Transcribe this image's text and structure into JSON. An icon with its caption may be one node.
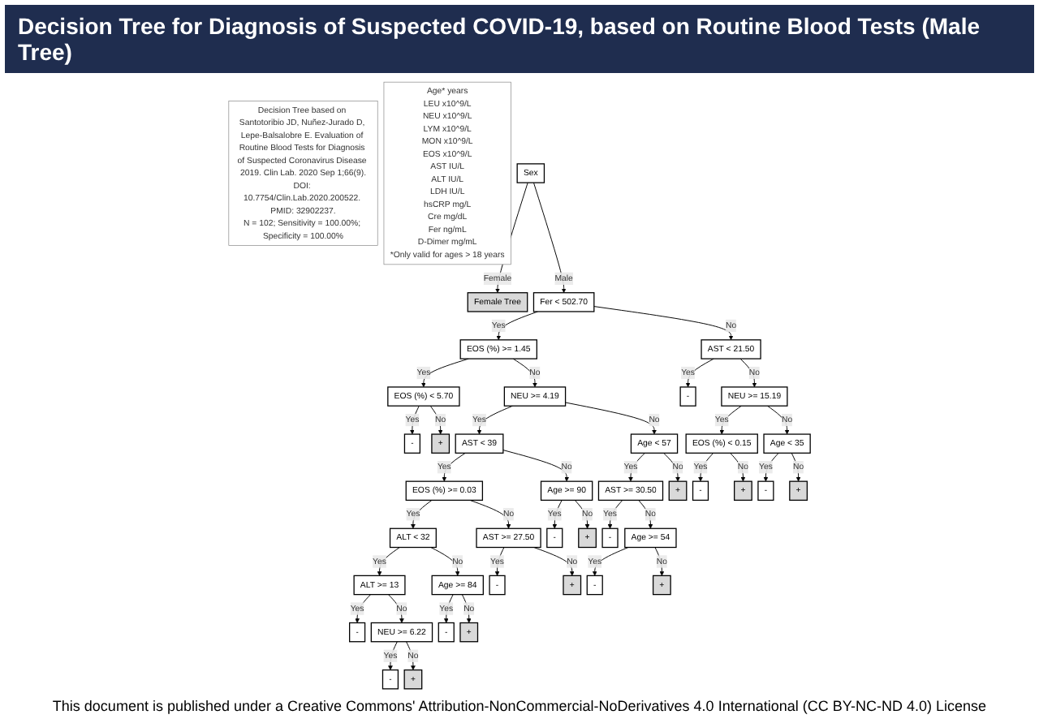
{
  "diagram": {
    "title": "Decision Tree for Diagnosis of Suspected COVID-19, based on Routine Blood Tests (Male Tree)",
    "nodes": [
      {
        "text": [
          "Decision Tree based on Santotoribio JD, Nuñez-Jurado D, Lepe-Balsalobre E. Evaluation of Routine Blood Tests for Diagnosis of Suspected Coronavirus Disease 2019. Clin Lab. 2020 Sep 1;66(9).",
          "DOI: 10.7754/Clin.Lab.2020.200522. PMID: 32902237.",
          "N = 102; Sensitivity = 100.00%; Specificity = 100.00%"
        ]
      },
      {
        "text": [
          "Age* years",
          "LEU x10^9/L",
          "NEU x10^9/L",
          "LYM x10^9/L",
          "MON x10^9/L",
          "EOS x10^9/L",
          "AST IU/L",
          "ALT IU/L",
          "LDH IU/L",
          "hsCRP mg/L",
          "Cre mg/dL",
          "Fer ng/mL",
          "D-Dimer mg/mL",
          "*Only valid for ages > 18 years"
        ]
      },
      {
        "text": [
          "Sex"
        ]
      },
      {
        "text": [
          "Female Tree"
        ]
      },
      {
        "text": [
          "Fer < 502.70"
        ]
      },
      {
        "text": [
          "EOS (%) >= 1.45"
        ]
      },
      {
        "text": [
          "AST < 21.50"
        ]
      },
      {
        "text": [
          "EOS (%) < 5.70"
        ]
      },
      {
        "text": [
          "NEU >= 4.19"
        ]
      },
      {
        "text": [
          "NEU >= 15.19"
        ]
      },
      {
        "text": [
          "AST < 39"
        ]
      },
      {
        "text": [
          "Age < 57"
        ]
      },
      {
        "text": [
          "EOS (%) < 0.15"
        ]
      },
      {
        "text": [
          "Age < 35"
        ]
      },
      {
        "text": [
          "EOS (%) >= 0.03"
        ]
      },
      {
        "text": [
          "Age >= 90"
        ]
      },
      {
        "text": [
          "AST >= 30.50"
        ]
      },
      {
        "text": [
          "ALT < 32"
        ]
      },
      {
        "text": [
          "AST >= 27.50"
        ]
      },
      {
        "text": [
          "Age >= 54"
        ]
      },
      {
        "text": [
          "ALT >= 13"
        ]
      },
      {
        "text": [
          "Age >= 84"
        ]
      },
      {
        "text": [
          "NEU >= 6.22"
        ]
      },
      {
        "text": [
          "-"
        ]
      },
      {
        "text": [
          "+"
        ]
      },
      {
        "text": [
          "-"
        ]
      },
      {
        "text": [
          "-"
        ]
      },
      {
        "text": [
          "+"
        ]
      },
      {
        "text": [
          "-"
        ]
      },
      {
        "text": [
          "+"
        ]
      },
      {
        "text": [
          "-"
        ]
      },
      {
        "text": [
          "+"
        ]
      },
      {
        "text": [
          "-"
        ]
      },
      {
        "text": [
          "+"
        ]
      },
      {
        "text": [
          "-"
        ]
      },
      {
        "text": [
          "-"
        ]
      },
      {
        "text": [
          "+"
        ]
      },
      {
        "text": [
          "+"
        ]
      },
      {
        "text": [
          "-"
        ]
      },
      {
        "text": [
          "-"
        ]
      },
      {
        "text": [
          "+"
        ]
      },
      {
        "text": [
          "-"
        ]
      },
      {
        "text": [
          "+"
        ]
      }
    ],
    "edges": [
      {
        "from": 2,
        "to": 3,
        "arrow": "to",
        "label": "Female"
      },
      {
        "from": 2,
        "to": 4,
        "arrow": "to",
        "label": "Male"
      },
      {
        "from": 4,
        "to": 5,
        "arrow": "to",
        "label": "Yes"
      },
      {
        "from": 4,
        "to": 6,
        "arrow": "to",
        "label": "No"
      },
      {
        "from": 5,
        "to": 7,
        "arrow": "to",
        "label": "Yes"
      },
      {
        "from": 5,
        "to": 8,
        "arrow": "to",
        "label": "No"
      },
      {
        "from": 7,
        "to": 23,
        "arrow": "to",
        "label": "Yes"
      },
      {
        "from": 7,
        "to": 24,
        "arrow": "to",
        "label": "No"
      },
      {
        "from": 8,
        "to": 10,
        "arrow": "to",
        "label": "Yes"
      },
      {
        "from": 8,
        "to": 11,
        "arrow": "to",
        "label": "No"
      },
      {
        "from": 10,
        "to": 14,
        "arrow": "to",
        "label": "Yes"
      },
      {
        "from": 10,
        "to": 15,
        "arrow": "to",
        "label": "No"
      },
      {
        "from": 14,
        "to": 17,
        "arrow": "to",
        "label": "Yes"
      },
      {
        "from": 14,
        "to": 18,
        "arrow": "to",
        "label": "No"
      },
      {
        "from": 17,
        "to": 20,
        "arrow": "to",
        "label": "Yes"
      },
      {
        "from": 17,
        "to": 21,
        "arrow": "to",
        "label": "No"
      },
      {
        "from": 20,
        "to": 25,
        "arrow": "to",
        "label": "Yes"
      },
      {
        "from": 20,
        "to": 22,
        "arrow": "to",
        "label": "No"
      },
      {
        "from": 22,
        "to": 26,
        "arrow": "to",
        "label": "Yes"
      },
      {
        "from": 22,
        "to": 27,
        "arrow": "to",
        "label": "No"
      },
      {
        "from": 21,
        "to": 28,
        "arrow": "to",
        "label": "Yes"
      },
      {
        "from": 21,
        "to": 29,
        "arrow": "to",
        "label": "No"
      },
      {
        "from": 18,
        "to": 30,
        "arrow": "to",
        "label": "Yes"
      },
      {
        "from": 18,
        "to": 31,
        "arrow": "to",
        "label": "No"
      },
      {
        "from": 15,
        "to": 32,
        "arrow": "to",
        "label": "Yes"
      },
      {
        "from": 15,
        "to": 33,
        "arrow": "to",
        "label": "No"
      },
      {
        "from": 11,
        "to": 16,
        "arrow": "to",
        "label": "Yes"
      },
      {
        "from": 11,
        "to": 37,
        "arrow": "to",
        "label": "No"
      },
      {
        "from": 16,
        "to": 34,
        "arrow": "to",
        "label": "Yes"
      },
      {
        "from": 16,
        "to": 19,
        "arrow": "to",
        "label": "No"
      },
      {
        "from": 19,
        "to": 35,
        "arrow": "to",
        "label": "Yes"
      },
      {
        "from": 19,
        "to": 36,
        "arrow": "to",
        "label": "No"
      },
      {
        "from": 6,
        "to": 38,
        "arrow": "to",
        "label": "Yes"
      },
      {
        "from": 6,
        "to": 9,
        "arrow": "to",
        "label": "No"
      },
      {
        "from": 9,
        "to": 12,
        "arrow": "to",
        "label": "Yes"
      },
      {
        "from": 9,
        "to": 13,
        "arrow": "to",
        "label": "No"
      },
      {
        "from": 12,
        "to": 39,
        "arrow": "to",
        "label": "Yes"
      },
      {
        "from": 12,
        "to": 40,
        "arrow": "to",
        "label": "No"
      },
      {
        "from": 13,
        "to": 41,
        "arrow": "to",
        "label": "Yes"
      },
      {
        "from": 13,
        "to": 42,
        "arrow": "to",
        "label": "No"
      }
    ],
    "labels": [
      "This document is published under a Creative Commons' Attribution-NonCommercial-NoDerivatives 4.0 International (CC BY-NC-ND 4.0) License"
    ]
  }
}
